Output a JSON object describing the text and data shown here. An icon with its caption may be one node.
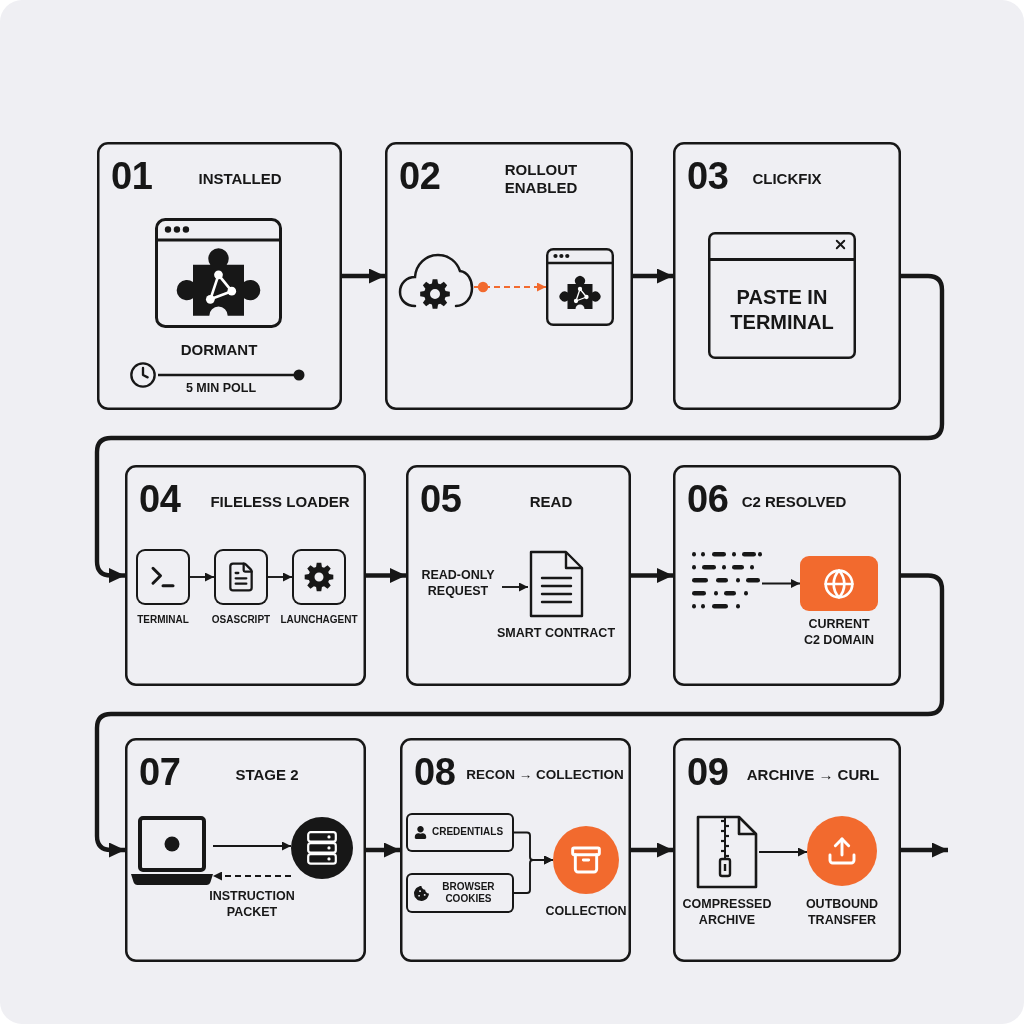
{
  "diagram": {
    "nodes": [
      {
        "text": [
          "01",
          "INSTALLED",
          "DORMANT",
          "5 MIN POLL"
        ]
      },
      {
        "text": [
          "02",
          "ROLLOUT ENABLED"
        ]
      },
      {
        "text": [],
        "shape": "cloud",
        "in": 1
      },
      {
        "text": [],
        "shape": "picture",
        "in": 1
      },
      {
        "text": [
          "03",
          "CLICKFIX"
        ]
      },
      {
        "text": [
          "PASTE IN TERMINAL"
        ],
        "in": 4
      },
      {
        "text": [
          "04",
          "FILELESS LOADER"
        ]
      },
      {
        "text": [],
        "shape": "box",
        "in": 6,
        "beside": [
          "TERMINAL"
        ]
      },
      {
        "text": [],
        "shape": "box",
        "in": 6,
        "beside": [
          "OSASCRIPT"
        ]
      },
      {
        "text": [],
        "shape": "box",
        "in": 6,
        "beside": [
          "LAUNCHAGENT"
        ]
      },
      {
        "text": [
          "05",
          "READ"
        ]
      },
      {
        "text": [
          "READ-ONLY REQUEST"
        ],
        "in": 10
      },
      {
        "text": [],
        "shape": "picture",
        "in": 10,
        "beside": [
          "SMART CONTRACT"
        ]
      },
      {
        "text": [
          "06",
          "C2 RESOLVED"
        ]
      },
      {
        "text": [],
        "shape": "picture",
        "in": 13
      },
      {
        "text": [],
        "shape": "box",
        "in": 13,
        "beside": [
          "CURRENT C2 DOMAIN"
        ]
      },
      {
        "text": [
          "07",
          "STAGE 2"
        ]
      },
      {
        "text": [],
        "shape": "picture",
        "in": 16
      },
      {
        "text": [],
        "shape": "circle",
        "in": 16
      },
      {
        "text": [
          "08",
          "RECON → COLLECTION"
        ]
      },
      {
        "text": [
          "CREDENTIALS"
        ],
        "in": 19
      },
      {
        "text": [
          "BROWSER COOKIES"
        ],
        "in": 19
      },
      {
        "text": [],
        "shape": "circle",
        "in": 19,
        "beside": [
          "COLLECTION"
        ]
      },
      {
        "text": [
          "09",
          "ARCHIVE → CURL"
        ]
      },
      {
        "text": [],
        "shape": "picture",
        "in": 23,
        "beside": [
          "COMPRESSED ARCHIVE"
        ]
      },
      {
        "text": [],
        "shape": "circle",
        "in": 23,
        "beside": [
          "OUTBOUND TRANSFER"
        ]
      }
    ],
    "edges": [
      {
        "from": 0,
        "to": 1,
        "arrow": "to",
        "style": "thick"
      },
      {
        "from": 2,
        "to": 3,
        "arrow": "to",
        "style": "dashed",
        "color": "#f26a2e"
      },
      {
        "from": 1,
        "to": 4,
        "arrow": "to",
        "style": "thick"
      },
      {
        "from": 4,
        "to": 6,
        "arrow": "to",
        "style": "thick"
      },
      {
        "from": 7,
        "to": 8,
        "arrow": "to"
      },
      {
        "from": 8,
        "to": 9,
        "arrow": "to"
      },
      {
        "from": 6,
        "to": 10,
        "arrow": "to",
        "style": "thick"
      },
      {
        "from": 11,
        "to": 12,
        "arrow": "to"
      },
      {
        "from": 10,
        "to": 13,
        "arrow": "to",
        "style": "thick"
      },
      {
        "from": 14,
        "to": 15,
        "arrow": "to"
      },
      {
        "from": 13,
        "to": 16,
        "arrow": "to",
        "style": "thick"
      },
      {
        "from": 17,
        "to": 18,
        "arrow": "to"
      },
      {
        "from": 18,
        "to": 17,
        "arrow": "to",
        "style": "dashed",
        "label": "INSTRUCTION PACKET"
      },
      {
        "from": 16,
        "to": 19,
        "arrow": "to",
        "style": "thick"
      },
      {
        "from": 20,
        "to": 22,
        "arrow": "to"
      },
      {
        "from": 21,
        "to": 22,
        "arrow": "to"
      },
      {
        "from": 19,
        "to": 23,
        "arrow": "to",
        "style": "thick"
      },
      {
        "from": 24,
        "to": 25,
        "arrow": "to"
      },
      {
        "from": 23,
        "to": null,
        "arrow": "to",
        "style": "thick"
      }
    ]
  }
}
